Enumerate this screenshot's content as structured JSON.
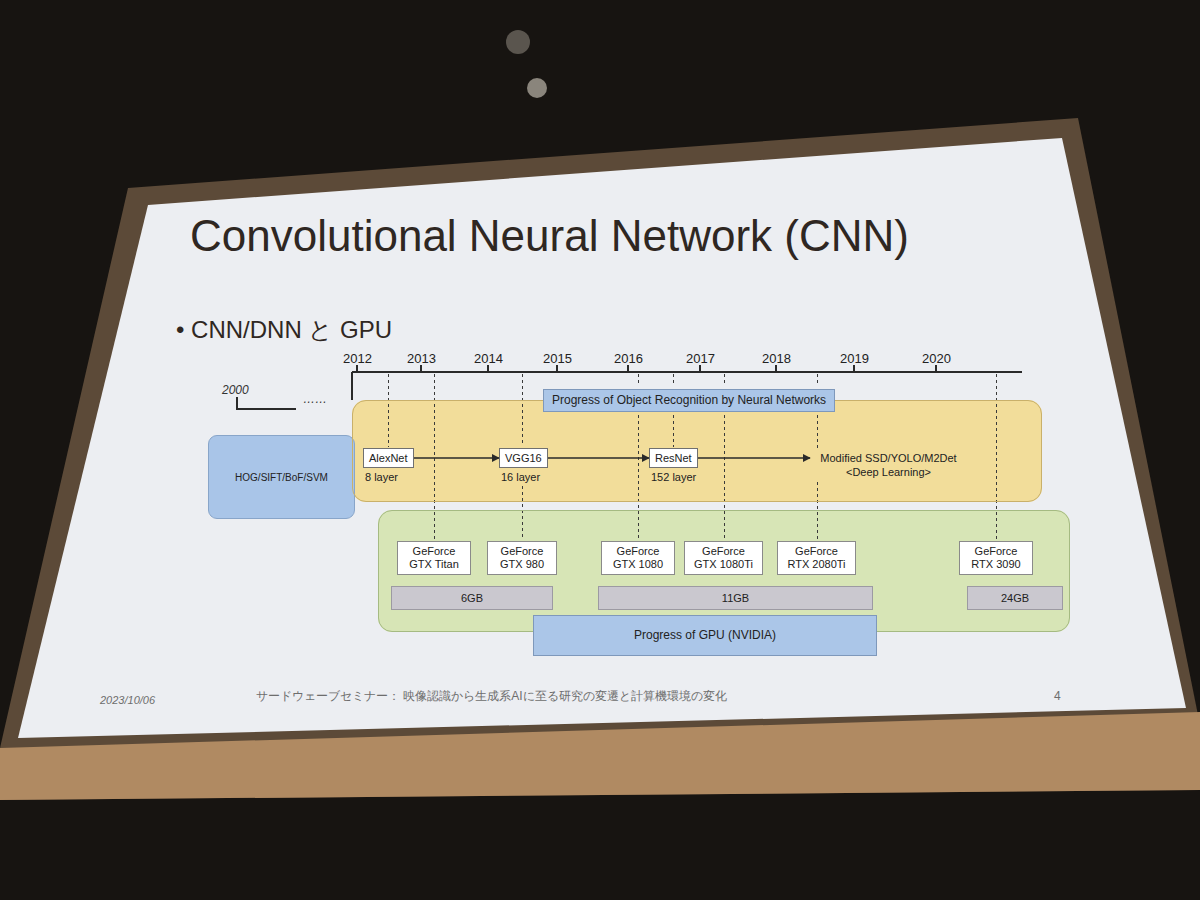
{
  "diagram": {
    "title": "Convolutional Neural Network (CNN)",
    "nodes": [
      {
        "text": [
          "HOG/SIFT/BoF/SVM"
        ]
      },
      {
        "text": [
          "Progress of Object Recognition by Neural Networks",
          "Modified SSD/YOLO/M2Det <Deep Learning>"
        ]
      },
      {
        "text": [
          "AlexNet",
          "8 layer"
        ],
        "in": 1
      },
      {
        "text": [
          "VGG16",
          "16 layer"
        ],
        "in": 1
      },
      {
        "text": [
          "ResNet",
          "152 layer"
        ],
        "in": 1
      },
      {
        "text": [
          "Progress of GPU (NVIDIA)"
        ]
      },
      {
        "text": [
          "GeForce GTX Titan"
        ],
        "in": 5
      },
      {
        "text": [
          "GeForce GTX 980"
        ],
        "in": 5
      },
      {
        "text": [
          "GeForce GTX 1080"
        ],
        "in": 5
      },
      {
        "text": [
          "GeForce GTX 1080Ti"
        ],
        "in": 5
      },
      {
        "text": [
          "GeForce RTX 2080Ti"
        ],
        "in": 5
      },
      {
        "text": [
          "GeForce RTX 3090"
        ],
        "in": 5
      },
      {
        "text": [
          "6GB"
        ],
        "in": 5
      },
      {
        "text": [
          "11GB"
        ],
        "in": 5
      },
      {
        "text": [
          "24GB"
        ],
        "in": 5
      }
    ],
    "edges": [
      {
        "from": 2,
        "to": 3,
        "arrow": "to"
      },
      {
        "from": 3,
        "to": 4,
        "arrow": "to"
      },
      {
        "from": 4,
        "to": 1,
        "arrow": "to"
      }
    ],
    "labels": [
      "• CNN/DNN と GPU",
      "2000",
      "……",
      "2012",
      "2013",
      "2014",
      "2015",
      "2016",
      "2017",
      "2018",
      "2019",
      "2020",
      "2023/10/06",
      "サードウェーブセミナー： 映像認識から生成系AIに至る研究の変遷と計算機環境の変化",
      "4"
    ]
  }
}
